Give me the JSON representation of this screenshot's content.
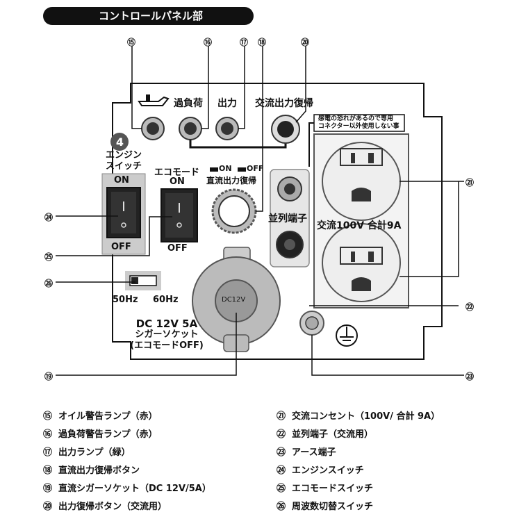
{
  "title": "コントロールパネル部",
  "callouts": [
    "⑮",
    "⑯",
    "⑰",
    "⑱",
    "⑳",
    "㉑",
    "㉒",
    "㉓",
    "㉔",
    "㉕",
    "㉖",
    "⑲"
  ],
  "panel": {
    "overload_label": "過負荷",
    "output_label": "出力",
    "ac_reset_label": "交流出力復帰",
    "warning_line1": "感電の恐れがあるので専用",
    "warning_line2": "コネクター以外使用しない事",
    "step_number": "4",
    "engine_switch_line1": "エンジン",
    "engine_switch_line2": "スイッチ",
    "engine_on": "ON",
    "engine_off": "OFF",
    "eco_label": "エコモード",
    "eco_on": "ON",
    "eco_off": "OFF",
    "dc_on": "ON",
    "dc_off": "OFF",
    "dc_reset_label": "直流出力復帰",
    "parallel_label": "並列端子",
    "ac_rating": "交流100V 合計9A",
    "hz50": "50Hz",
    "hz60": "60Hz",
    "dc_socket_line1": "DC 12V 5A",
    "dc_socket_line2": "シガーソケット",
    "dc_socket_line3": "(エコモードOFF)",
    "socket_cap": "DC12V"
  },
  "legend": [
    {
      "n": "⑮",
      "text": "オイル警告ランプ（赤）"
    },
    {
      "n": "⑯",
      "text": "過負荷警告ランプ（赤）"
    },
    {
      "n": "⑰",
      "text": "出力ランプ（緑）"
    },
    {
      "n": "⑱",
      "text": "直流出力復帰ボタン"
    },
    {
      "n": "⑲",
      "text": "直流シガーソケット（DC 12V/5A）"
    },
    {
      "n": "⑳",
      "text": "出力復帰ボタン（交流用）"
    },
    {
      "n": "㉑",
      "text": "交流コンセント（100V/ 合計 9A）"
    },
    {
      "n": "㉒",
      "text": "並列端子（交流用）"
    },
    {
      "n": "㉓",
      "text": "アース端子"
    },
    {
      "n": "㉔",
      "text": "エンジンスイッチ"
    },
    {
      "n": "㉕",
      "text": "エコモードスイッチ"
    },
    {
      "n": "㉖",
      "text": "周波数切替スイッチ"
    }
  ]
}
